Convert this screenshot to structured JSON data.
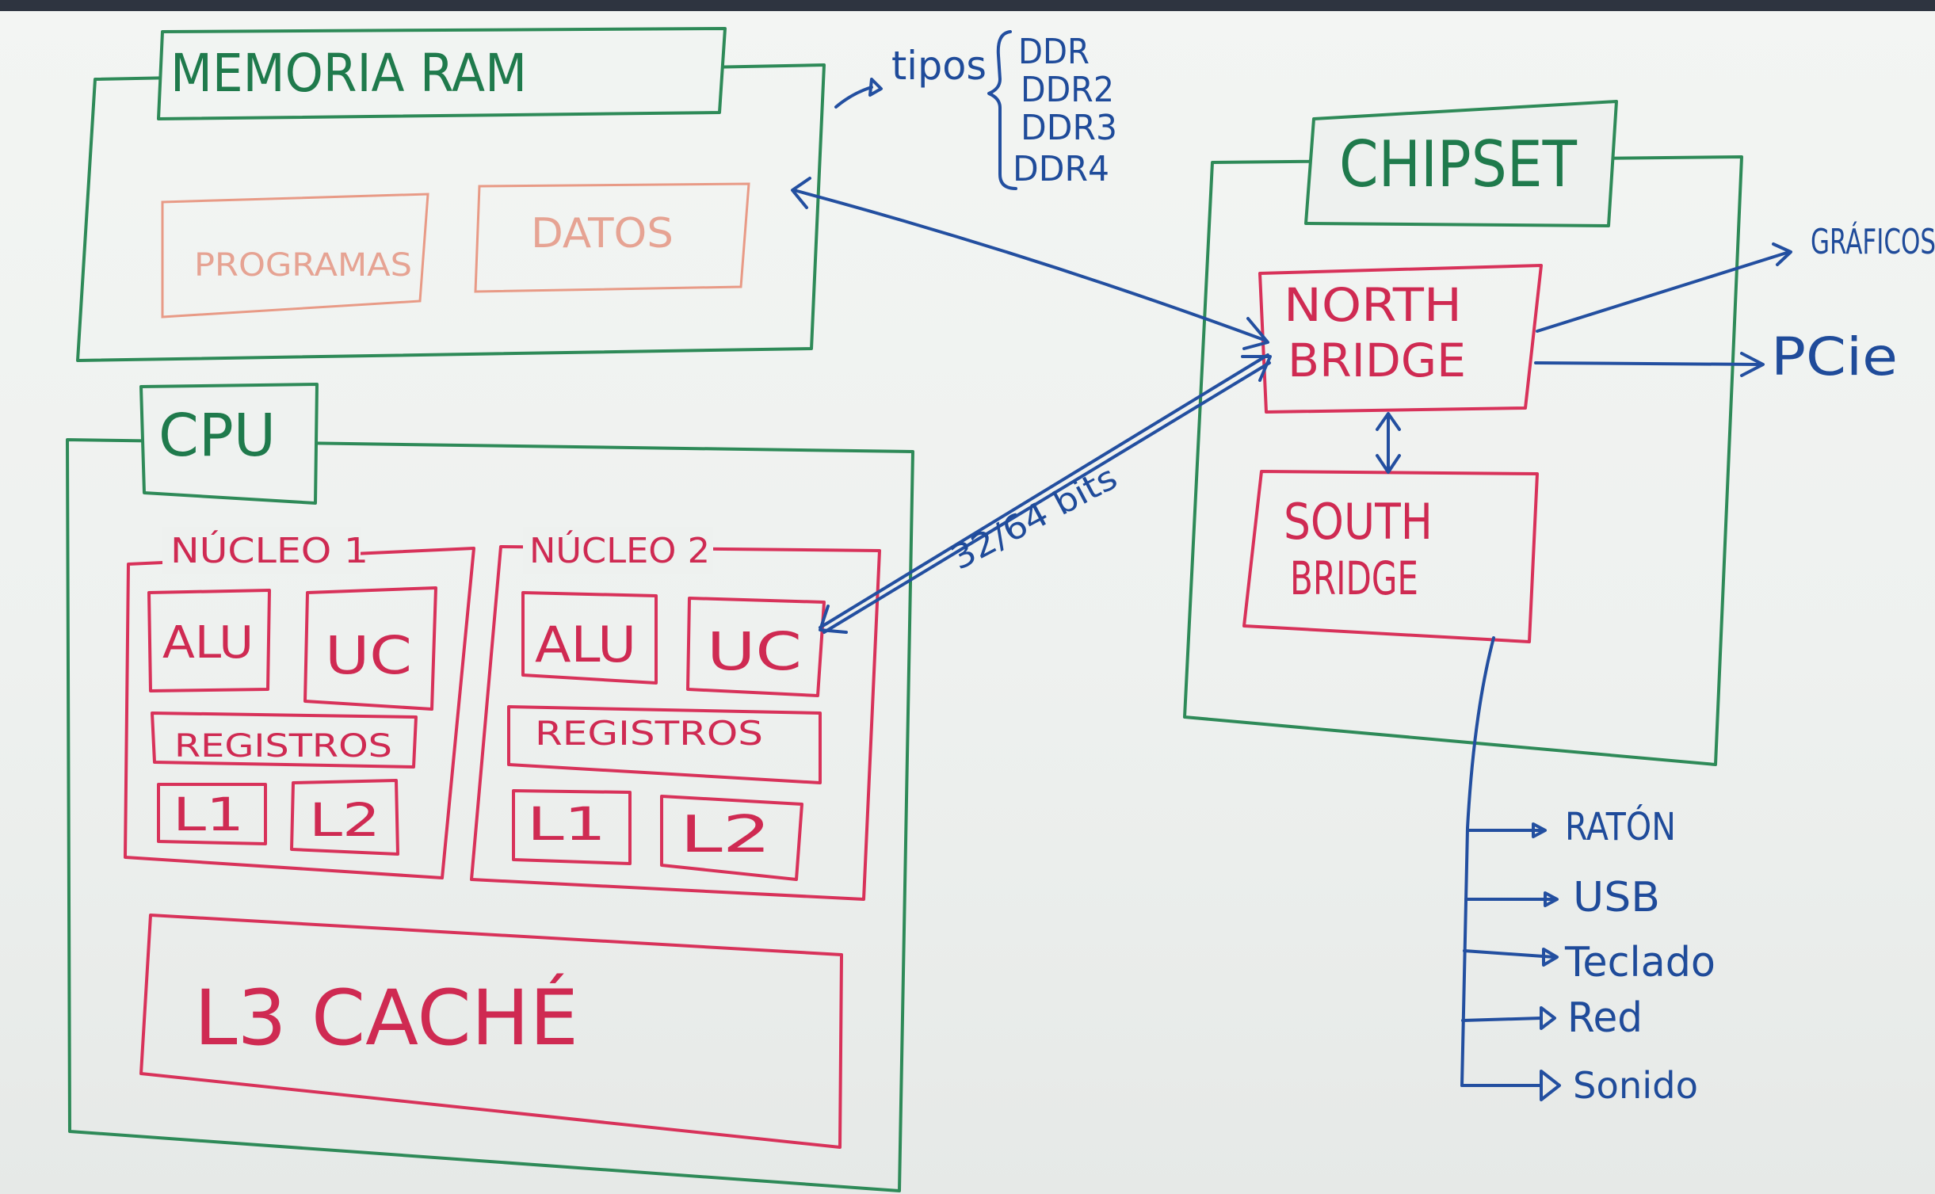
{
  "ram": {
    "title": "MEMORIA RAM",
    "programs": "PROGRAMAS",
    "data": "DATOS",
    "types_label": "tipos",
    "types": [
      "DDR",
      "DDR2",
      "DDR3",
      "DDR4"
    ]
  },
  "cpu": {
    "title": "CPU",
    "cores": [
      {
        "title": "NÚCLEO 1",
        "alu": "ALU",
        "uc": "UC",
        "registers": "REGISTROS",
        "l1": "L1",
        "l2": "L2"
      },
      {
        "title": "NÚCLEO 2",
        "alu": "ALU",
        "uc": "UC",
        "registers": "REGISTROS",
        "l1": "L1",
        "l2": "L2"
      }
    ],
    "l3": "L3 CACHÉ"
  },
  "bus_label": "32/64 bits",
  "chipset": {
    "title": "CHIPSET",
    "north_line1": "NORTH",
    "north_line2": "BRIDGE",
    "south_line1": "SOUTH",
    "south_line2": "BRIDGE"
  },
  "north_outputs": [
    "GRÁFICOS",
    "PCie"
  ],
  "south_outputs": [
    "RATÓN",
    "USB",
    "Teclado",
    "Red",
    "Sonido"
  ],
  "colors": {
    "green": "#2e8a58",
    "red": "#d8325a",
    "blue": "#234fa0"
  }
}
